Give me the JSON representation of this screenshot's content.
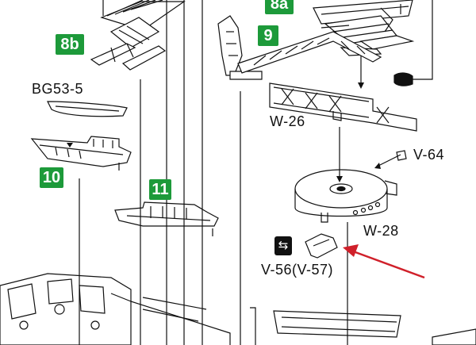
{
  "steps": {
    "s8a": "8a",
    "s8b": "8b",
    "s9": "9",
    "s10": "10",
    "s11": "11"
  },
  "parts": {
    "bg53_5": "BG53-5",
    "w26": "W-26",
    "v64": "V-64",
    "w28": "W-28",
    "v56": "V-56(V-57)"
  },
  "colors": {
    "step_badge": "#1d9a3a",
    "arrow": "#d0202a",
    "line": "#111111"
  },
  "icons": {
    "pointing_hand": "pointing-hand-icon",
    "flip_part": "flip-part-icon"
  }
}
